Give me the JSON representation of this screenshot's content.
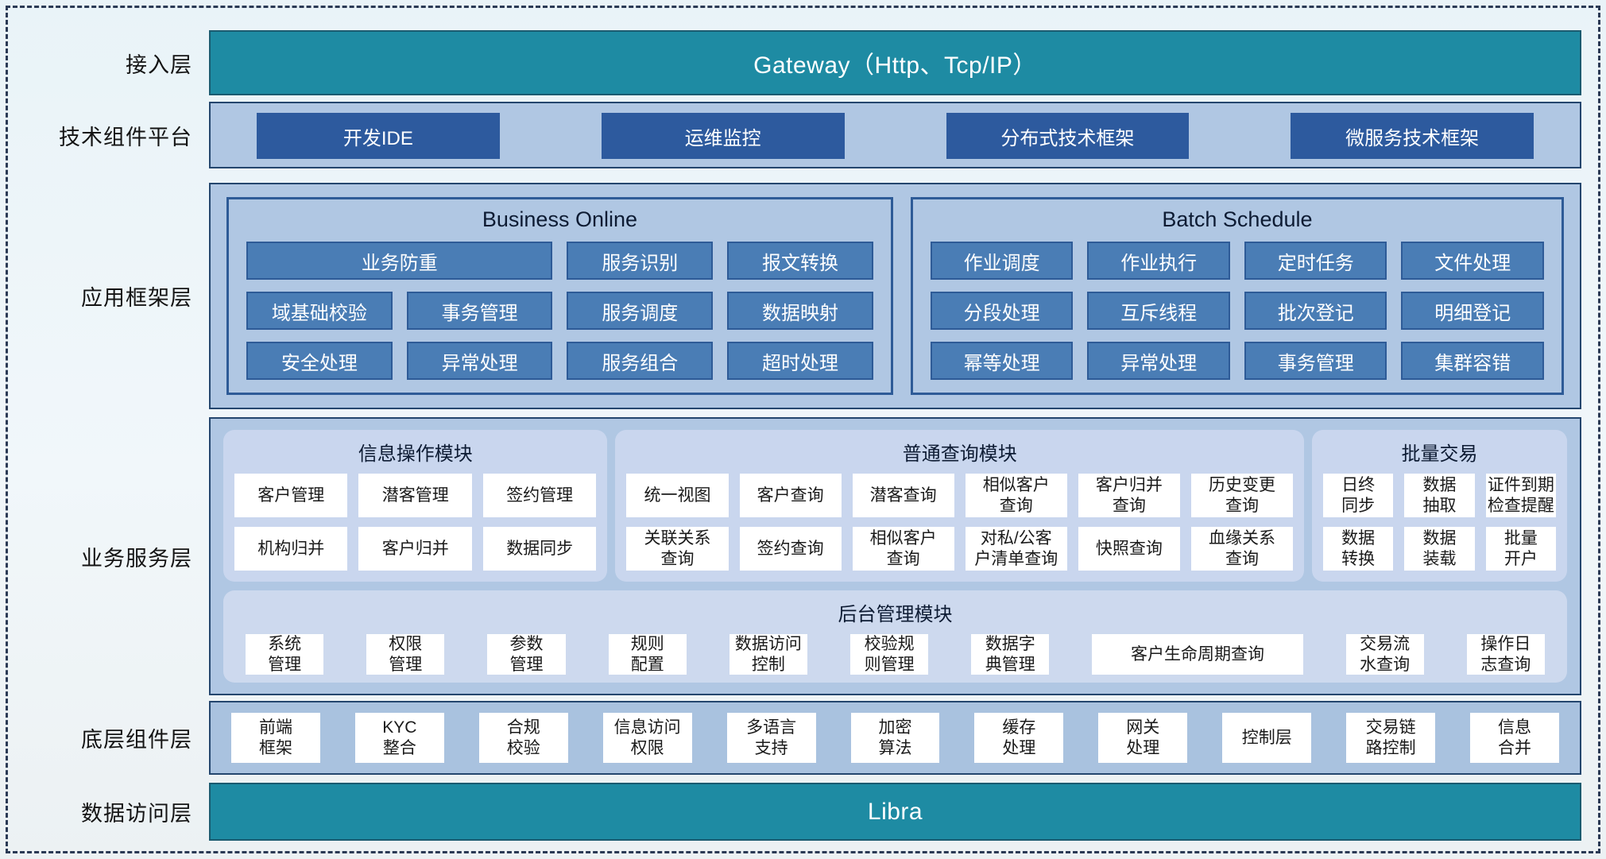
{
  "layer_labels": {
    "access": "接入层",
    "tech_platform": "技术组件平台",
    "app_framework": "应用框架层",
    "business_service": "业务服务层",
    "base_component": "底层组件层",
    "data_access": "数据访问层"
  },
  "gateway": {
    "label": "Gateway（Http、Tcp/IP）"
  },
  "tech_platform": {
    "buttons": [
      "开发IDE",
      "运维监控",
      "分布式技术框架",
      "微服务技术框架"
    ]
  },
  "app_framework": {
    "business_online": {
      "title": "Business Online",
      "buttons": [
        {
          "label": "业务防重",
          "wide": true
        },
        "服务识别",
        "报文转换",
        "域基础校验",
        "事务管理",
        "服务调度",
        "数据映射",
        "安全处理",
        "异常处理",
        "服务组合",
        "超时处理"
      ]
    },
    "batch_schedule": {
      "title": "Batch Schedule",
      "buttons": [
        "作业调度",
        "作业执行",
        "定时任务",
        "文件处理",
        "分段处理",
        "互斥线程",
        "批次登记",
        "明细登记",
        "幂等处理",
        "异常处理",
        "事务管理",
        "集群容错"
      ]
    }
  },
  "business_service": {
    "info_module": {
      "title": "信息操作模块",
      "buttons": [
        "客户管理",
        "潜客管理",
        "签约管理",
        "机构归并",
        "客户归并",
        "数据同步"
      ]
    },
    "query_module": {
      "title": "普通查询模块",
      "buttons": [
        "统一视图",
        "客户查询",
        "潜客查询",
        "相似客户\n查询",
        "客户归并\n查询",
        "历史变更\n查询",
        "关联关系\n查询",
        "签约查询",
        "相似客户\n查询",
        "对私/公客\n户清单查询",
        "快照查询",
        "血缘关系\n查询"
      ]
    },
    "batch_module": {
      "title": "批量交易",
      "buttons": [
        "日终\n同步",
        "数据\n抽取",
        "证件到期\n检查提醒",
        "数据\n转换",
        "数据\n装载",
        "批量\n开户"
      ]
    },
    "admin_module": {
      "title": "后台管理模块",
      "buttons": [
        "系统\n管理",
        "权限\n管理",
        "参数\n管理",
        "规则\n配置",
        "数据访问\n控制",
        "校验规\n则管理",
        "数据字\n典管理",
        {
          "label": "客户生命周期查询",
          "wide": true
        },
        "交易流\n水查询",
        "操作日\n志查询"
      ]
    }
  },
  "base_components": {
    "buttons": [
      "前端\n框架",
      "KYC\n整合",
      "合规\n校验",
      "信息访问\n权限",
      "多语言\n支持",
      "加密\n算法",
      "缓存\n处理",
      "网关\n处理",
      "控制层",
      "交易链\n路控制",
      "信息\n合并"
    ]
  },
  "data_access": {
    "label": "Libra"
  },
  "colors": {
    "teal": "#1e8ba3",
    "dark_blue_button": "#2d5a9e",
    "medium_blue_button": "#4a7db5",
    "panel_light_blue": "#b0c7e3",
    "module_box_fill": "#c9d6ee",
    "navy_border": "#24466e",
    "box_border": "#2e5b97"
  }
}
